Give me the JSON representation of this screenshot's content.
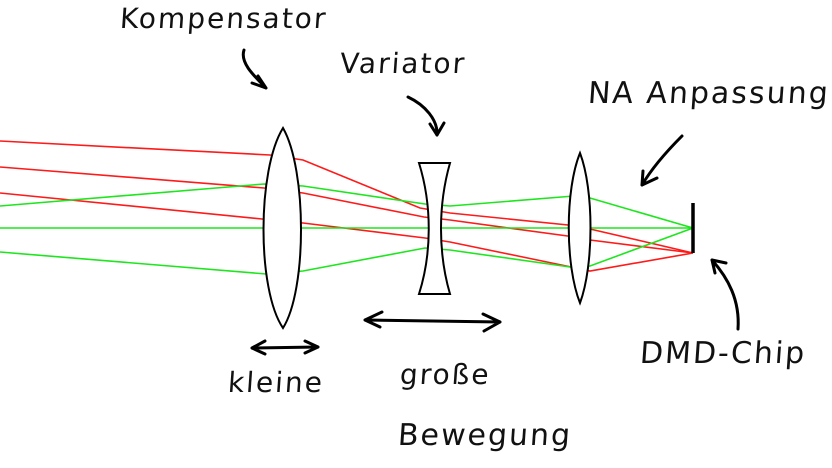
{
  "labels": {
    "compensator": "Kompensator",
    "variator": "Variator",
    "na_adjustment": "NA Anpassung",
    "dmd_chip": "DMD-Chip",
    "small_movement": "kleine",
    "large_movement": "große",
    "movement": "Bewegung"
  },
  "colors": {
    "ray_set_1": "#ff1a1a",
    "ray_set_2": "#1ee61e",
    "outline": "#000000",
    "background": "#ffffff"
  },
  "components": [
    {
      "name": "Kompensator",
      "type": "convex-lens"
    },
    {
      "name": "Variator",
      "type": "concave-lens"
    },
    {
      "name": "NA Anpassung",
      "type": "convex-lens"
    },
    {
      "name": "DMD-Chip",
      "type": "detector"
    }
  ],
  "ray_sets": [
    {
      "color": "red",
      "count": 3
    },
    {
      "color": "green",
      "count": 3
    }
  ]
}
